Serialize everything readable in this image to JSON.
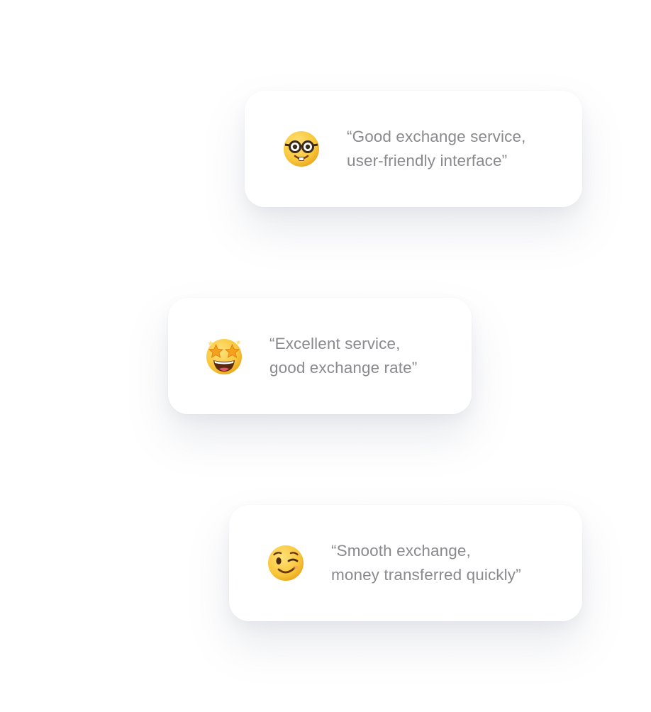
{
  "reviews": [
    {
      "emoji": "nerd-face-icon",
      "lines": [
        "“Good exchange service,",
        "user-friendly interface”"
      ]
    },
    {
      "emoji": "star-struck-icon",
      "lines": [
        "“Excellent service,",
        "good exchange rate”"
      ]
    },
    {
      "emoji": "winking-face-icon",
      "lines": [
        "“Smooth exchange,",
        "money transferred quickly”"
      ]
    }
  ],
  "colors": {
    "card_background": "#ffffff",
    "quote_text": "#8a8a8e",
    "emoji_face": "#f6c533"
  }
}
